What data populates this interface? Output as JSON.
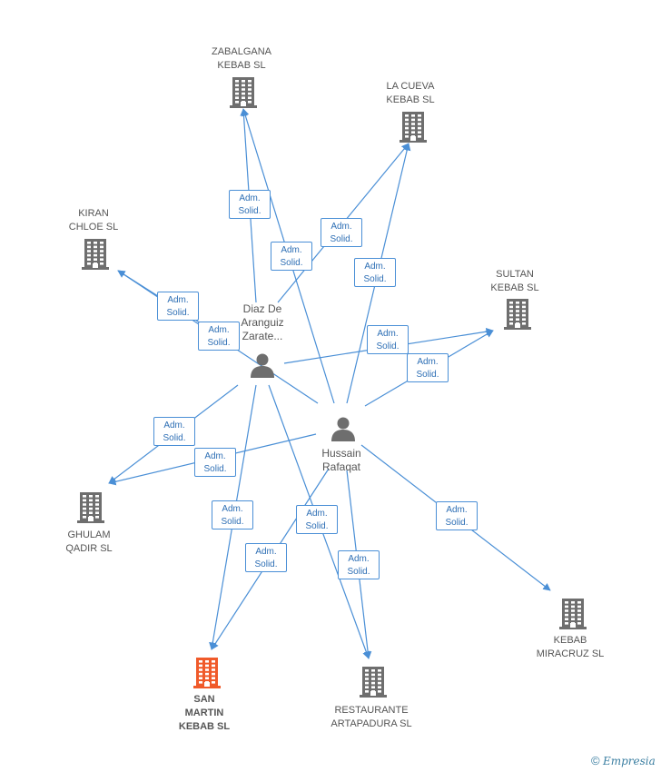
{
  "colors": {
    "edge": "#4a8fd6",
    "building": "#6e6e6e",
    "building_highlight": "#f05a2a",
    "person": "#6e6e6e",
    "badge_text": "#2e6fb5"
  },
  "people": [
    {
      "id": "diaz",
      "name": "Diaz De\nAranguiz\nZarate..."
    },
    {
      "id": "hussain",
      "name": "Hussain\nRafaqat"
    }
  ],
  "companies": [
    {
      "id": "zabalgana",
      "name": "ZABALGANA\nKEBAB SL",
      "highlight": false
    },
    {
      "id": "lacueva",
      "name": "LA CUEVA\nKEBAB SL",
      "highlight": false
    },
    {
      "id": "kiran",
      "name": "KIRAN\nCHLOE SL",
      "highlight": false
    },
    {
      "id": "sultan",
      "name": "SULTAN\nKEBAB SL",
      "highlight": false
    },
    {
      "id": "ghulam",
      "name": "GHULAM\nQADIR SL",
      "highlight": false
    },
    {
      "id": "sanmartin",
      "name": "SAN\nMARTIN\nKEBAB SL",
      "highlight": true
    },
    {
      "id": "restaurante",
      "name": "RESTAURANTE\nARTAPADURA SL",
      "highlight": false
    },
    {
      "id": "miracruz",
      "name": "KEBAB\nMIRACRUZ SL",
      "highlight": false
    }
  ],
  "edge_label": "Adm.\nSolid.",
  "edges": [
    {
      "from": "diaz",
      "to": "zabalgana",
      "label": "Adm.\nSolid."
    },
    {
      "from": "hussain",
      "to": "zabalgana",
      "label": "Adm.\nSolid."
    },
    {
      "from": "diaz",
      "to": "lacueva",
      "label": "Adm.\nSolid."
    },
    {
      "from": "hussain",
      "to": "lacueva",
      "label": "Adm.\nSolid."
    },
    {
      "from": "diaz",
      "to": "kiran",
      "label": "Adm.\nSolid."
    },
    {
      "from": "hussain",
      "to": "kiran",
      "label": "Adm.\nSolid."
    },
    {
      "from": "diaz",
      "to": "sultan",
      "label": "Adm.\nSolid."
    },
    {
      "from": "hussain",
      "to": "sultan",
      "label": "Adm.\nSolid."
    },
    {
      "from": "diaz",
      "to": "ghulam",
      "label": "Adm.\nSolid."
    },
    {
      "from": "hussain",
      "to": "ghulam",
      "label": "Adm.\nSolid."
    },
    {
      "from": "diaz",
      "to": "sanmartin",
      "label": "Adm.\nSolid."
    },
    {
      "from": "hussain",
      "to": "sanmartin",
      "label": "Adm.\nSolid."
    },
    {
      "from": "diaz",
      "to": "restaurante",
      "label": "Adm.\nSolid."
    },
    {
      "from": "hussain",
      "to": "restaurante",
      "label": "Adm.\nSolid."
    },
    {
      "from": "hussain",
      "to": "miracruz",
      "label": "Adm.\nSolid."
    }
  ],
  "footer": {
    "copyright": "©",
    "brand": "Empresia"
  }
}
